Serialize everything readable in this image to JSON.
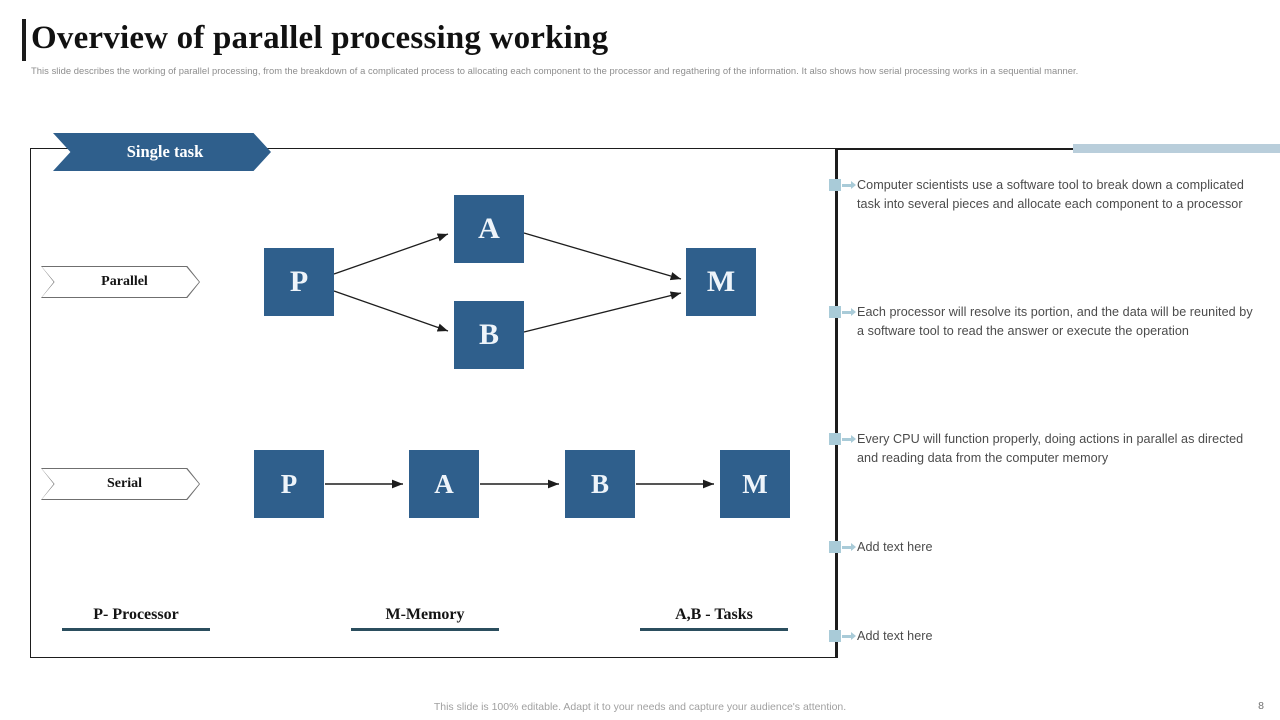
{
  "header": {
    "title": "Overview of parallel processing working",
    "subtitle": "This slide describes the working of parallel processing, from the breakdown of a complicated process to allocating each component to the processor and regathering of the information. It also shows how serial processing works in a sequential manner."
  },
  "diagram": {
    "banner_label": "Single task",
    "rows": [
      {
        "label": "Parallel"
      },
      {
        "label": "Serial"
      }
    ],
    "parallel_nodes": {
      "source": "P",
      "branch_top": "A",
      "branch_bottom": "B",
      "sink": "M"
    },
    "serial_nodes": [
      "P",
      "A",
      "B",
      "M"
    ],
    "legend": [
      "P- Processor",
      "M-Memory",
      "A,B - Tasks"
    ]
  },
  "bullets": [
    "Computer scientists use a software tool to break down a complicated task into several pieces and allocate each component to a processor",
    "Each processor will resolve its portion, and the data will be reunited by a software tool to read the answer or execute the operation",
    "Every CPU will function properly, doing actions in parallel as directed and reading data from the computer memory",
    "Add text here",
    "Add text here"
  ],
  "footer": {
    "note": "This slide is 100% editable. Adapt it to your needs and capture your audience's attention.",
    "page_number": "8"
  },
  "colors": {
    "node_blue": "#2f5f8c",
    "banner_blue": "#2f5f8c",
    "accent_light_blue": "#b9cedb",
    "bullet_marker": "#a9cbd8",
    "legend_rule": "#2b4e5e",
    "border_dark": "#1d1d1d"
  }
}
